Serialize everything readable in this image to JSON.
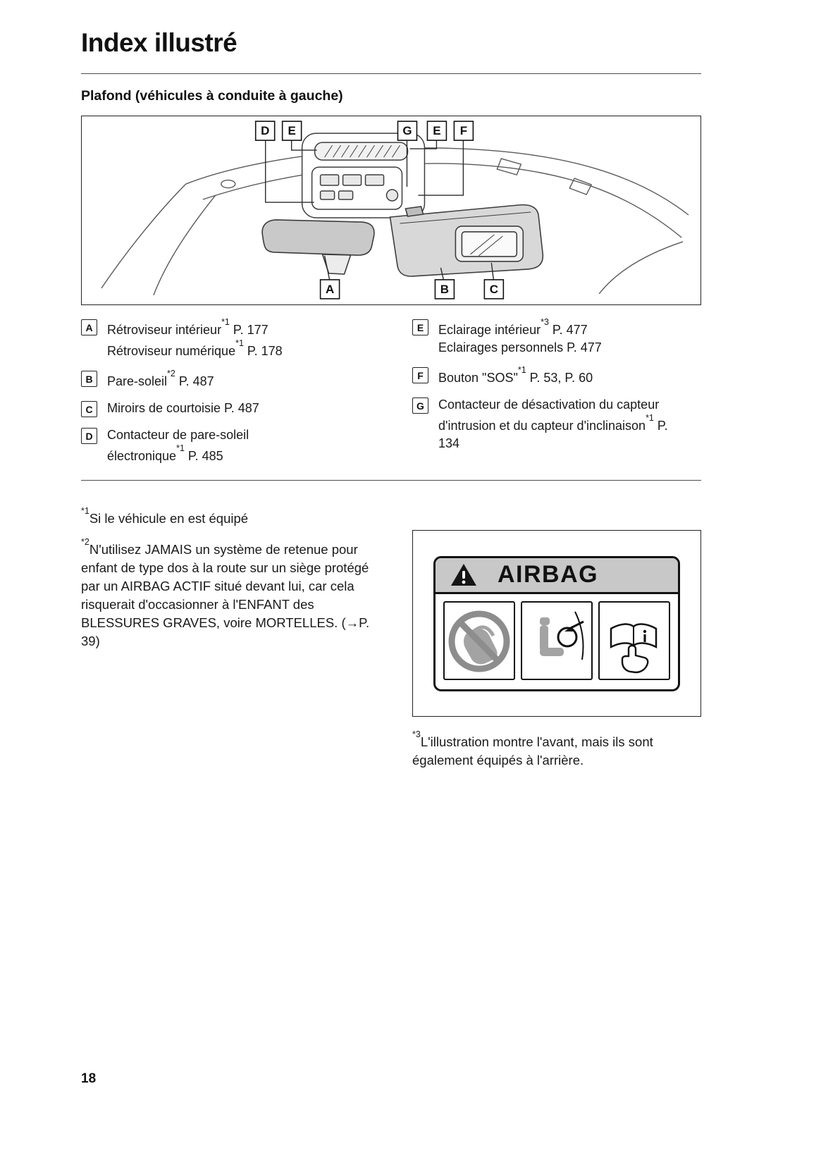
{
  "page": {
    "title": "Index illustré",
    "section_heading": "Plafond (véhicules à conduite à gauche)",
    "page_number": "18"
  },
  "diagram": {
    "labels": {
      "d": "D",
      "e1": "E",
      "g": "G",
      "e2": "E",
      "f": "F",
      "a": "A",
      "b": "B",
      "c": "C"
    }
  },
  "legend": {
    "left": [
      {
        "key": "A",
        "rows": [
          {
            "text": "Rétroviseur intérieur",
            "sup": "*1",
            "ref": " P. 177"
          },
          {
            "text": "Rétroviseur numérique",
            "sup": "*1",
            "ref": " P. 178"
          }
        ]
      },
      {
        "key": "B",
        "rows": [
          {
            "text": "Pare-soleil",
            "sup": "*2",
            "ref": " P. 487"
          }
        ]
      },
      {
        "key": "C",
        "rows": [
          {
            "text": "Miroirs de courtoisie P. 487",
            "sup": "",
            "ref": ""
          }
        ]
      },
      {
        "key": "D",
        "rows": [
          {
            "text": "Contacteur de pare-soleil électronique",
            "sup": "*1",
            "ref": " P. 485"
          }
        ]
      }
    ],
    "right": [
      {
        "key": "E",
        "rows": [
          {
            "text": "Eclairage intérieur",
            "sup": "*3",
            "ref": " P. 477"
          },
          {
            "text": "Eclairages personnels P. 477",
            "sup": "",
            "ref": ""
          }
        ]
      },
      {
        "key": "F",
        "rows": [
          {
            "text": "Bouton \"SOS\"",
            "sup": "*1",
            "ref": " P. 53, P. 60"
          }
        ]
      },
      {
        "key": "G",
        "rows": [
          {
            "text": "Contacteur de désactivation du capteur d'intrusion et du capteur d'inclinaison",
            "sup": "*1",
            "ref": " P. 134"
          }
        ]
      }
    ]
  },
  "footnotes": {
    "fn1": {
      "sup": "*1",
      "text": "Si le véhicule en est équipé"
    },
    "fn2": {
      "sup": "*2",
      "text": "N'utilisez JAMAIS un système de retenue pour enfant de type dos à la route sur un siège protégé par un AIRBAG ACTIF situé devant lui, car cela risquerait d'occasionner à l'ENFANT des BLESSURES GRAVES, voire MORTELLES. (→P. 39)"
    },
    "fn3": {
      "sup": "*3",
      "text": "L'illustration montre l'avant, mais ils sont également équipés à l'arrière."
    }
  },
  "airbag_label": {
    "title": "AIRBAG"
  },
  "colors": {
    "text": "#1a1a1a",
    "line": "#4a4a4a",
    "label_gray": "#c8c8c8",
    "visor_gray": "#d8d8d8"
  }
}
